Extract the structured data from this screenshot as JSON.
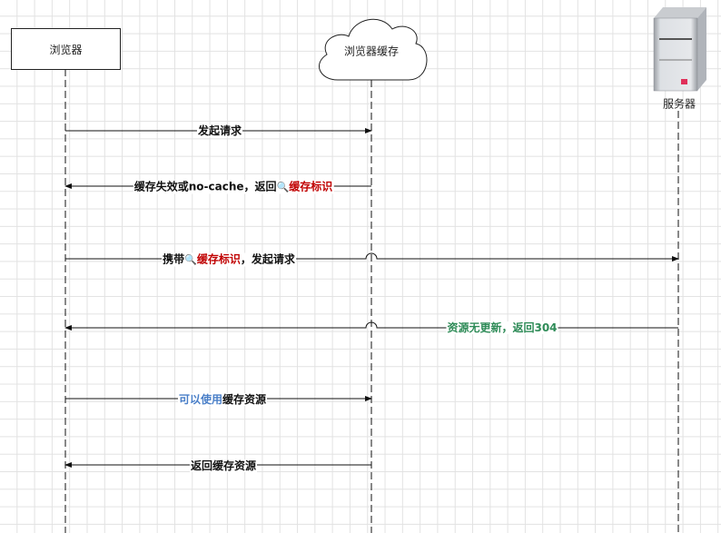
{
  "participants": {
    "browser": "浏览器",
    "cache": "浏览器缓存",
    "server": "服务器"
  },
  "messages": [
    {
      "parts": [
        "发起请求"
      ]
    },
    {
      "parts": [
        "缓存失效或no-cache，返回",
        "缓存标识"
      ]
    },
    {
      "parts": [
        "携带",
        "缓存标识",
        "，发起请求"
      ]
    },
    {
      "parts": [
        "资源无更新，返回304"
      ]
    },
    {
      "parts": [
        "可以使用",
        "缓存资源"
      ]
    },
    {
      "parts": [
        "返回缓存资源"
      ]
    }
  ],
  "colors": {
    "red": "#c00000",
    "green": "#2e8b57",
    "blue": "#4a7fc8"
  }
}
